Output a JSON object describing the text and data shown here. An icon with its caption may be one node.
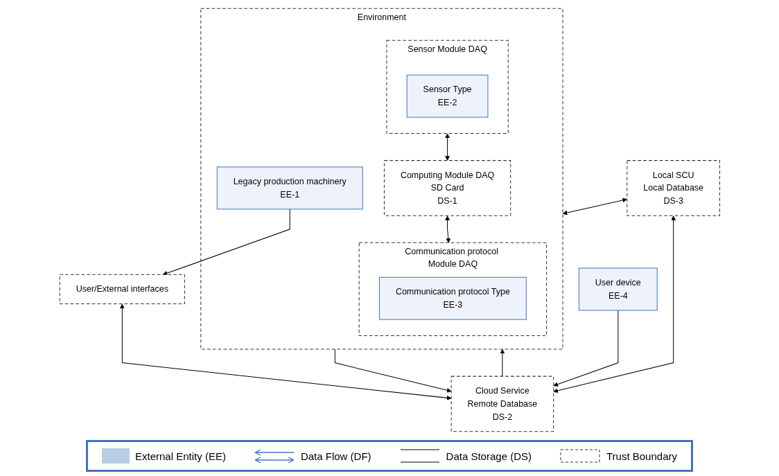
{
  "diagram": {
    "nodes": [
      {
        "text": [
          "User/External interfaces"
        ]
      },
      {
        "text": [
          "Cloud Service",
          "Remote Database",
          "DS-2"
        ]
      },
      {
        "text": [
          "Local SCU",
          "Local Database",
          "DS-3"
        ]
      },
      {
        "text": [
          "Environment"
        ]
      },
      {
        "text": [
          "Legacy production machinery",
          "EE-1"
        ],
        "in": 3
      },
      {
        "text": [
          "Sensor Module DAQ"
        ],
        "in": 3
      },
      {
        "text": [
          "Sensor Type",
          "EE-2"
        ],
        "in": 5
      },
      {
        "text": [
          "Computing Module DAQ",
          "SD Card",
          "DS-1"
        ],
        "in": 3
      },
      {
        "text": [
          "Communication protocol Module DAQ"
        ],
        "in": 3
      },
      {
        "text": [
          "Communication protocol Type",
          "EE-3"
        ],
        "in": 8
      },
      {
        "text": [
          "User device",
          "EE-4"
        ]
      }
    ],
    "edges": [
      {
        "from": 0,
        "to": 1,
        "arrow": "both"
      },
      {
        "from": 3,
        "to": 1,
        "arrow": "to"
      },
      {
        "from": 2,
        "to": 1,
        "arrow": "both"
      },
      {
        "from": 2,
        "to": 3,
        "arrow": "both"
      },
      {
        "from": 1,
        "to": 3,
        "arrow": "to"
      },
      {
        "from": 10,
        "to": 1,
        "arrow": "to"
      },
      {
        "from": 4,
        "to": 0,
        "arrow": "to"
      },
      {
        "from": 5,
        "to": 7,
        "arrow": "both"
      },
      {
        "from": 7,
        "to": 8,
        "arrow": "both"
      }
    ],
    "legend": [
      {
        "text": "External Entity (EE)",
        "color": "#b8cce4"
      },
      {
        "text": "Data Flow (DF)"
      },
      {
        "text": "Data Storage (DS)"
      },
      {
        "text": "Trust Boundary"
      }
    ]
  }
}
